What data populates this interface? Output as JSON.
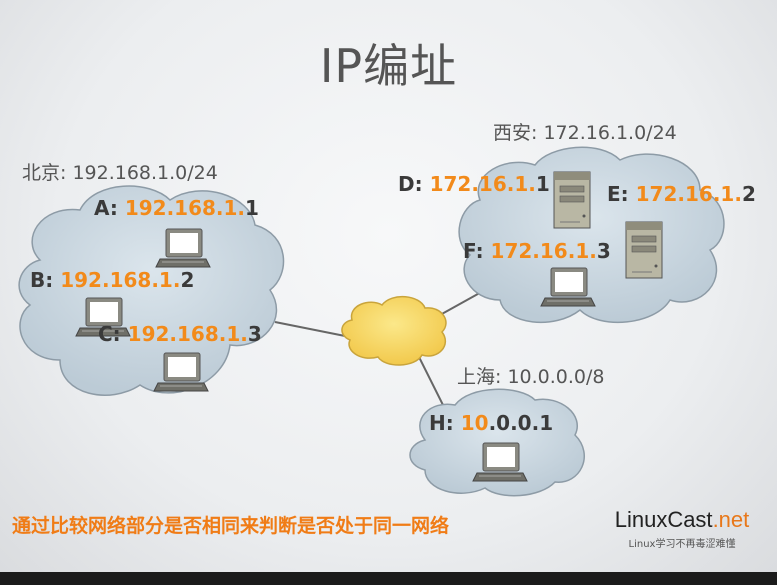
{
  "title": "IP编址",
  "networks": {
    "beijing": "北京: 192.168.1.0/24",
    "xian": "西安: 172.16.1.0/24",
    "shanghai": "上海: 10.0.0.0/8"
  },
  "hosts": {
    "A": {
      "key": "A:",
      "net": "192.168.1.",
      "host": "1"
    },
    "B": {
      "key": "B:",
      "net": "192.168.1.",
      "host": "2"
    },
    "C": {
      "key": "C:",
      "net": "192.168.1.",
      "host": "3"
    },
    "D": {
      "key": "D:",
      "net": "172.16.1.",
      "host": "1"
    },
    "E": {
      "key": "E:",
      "net": "172.16.1.",
      "host": "2"
    },
    "F": {
      "key": "F:",
      "net": "172.16.1.",
      "host": "3"
    },
    "H": {
      "key": "H:",
      "net": "10",
      "host": ".0.0.1"
    }
  },
  "note": "通过比较网络部分是否相同来判断是否处于同一网络",
  "logo": {
    "main": "LinuxCast",
    "accent": ".net",
    "sub": "Linux学习不再毒涩难懂"
  },
  "colors": {
    "network_part": "#f28a1a",
    "cloud": "#c9d6df",
    "center_cloud": "#f7dc6f"
  }
}
